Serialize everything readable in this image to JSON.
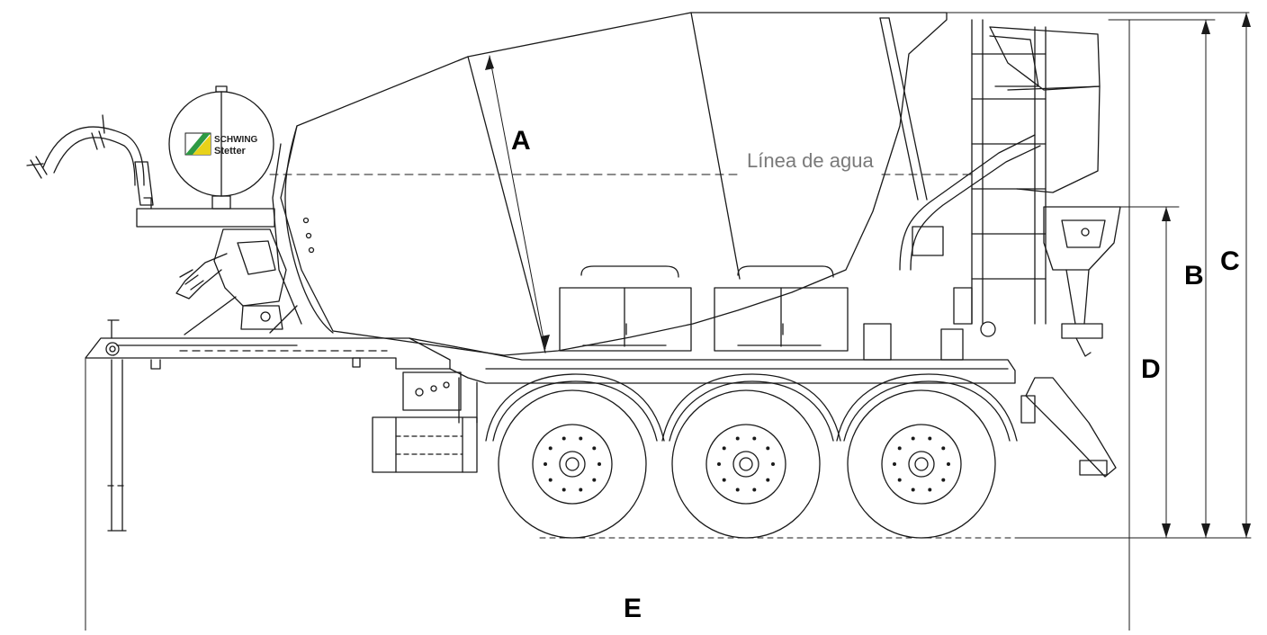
{
  "figure": {
    "dimension_labels": {
      "a": "A",
      "b": "B",
      "c": "C",
      "d": "D",
      "e": "E"
    },
    "water_line_label": "Línea de agua",
    "logo": {
      "line1": "SCHWING",
      "line2": "Stetter"
    },
    "colors": {
      "stroke": "#1a1a1a",
      "background": "#ffffff",
      "label": "#000000",
      "water_line": "#7a7a7a",
      "logo_green": "#2e9a44",
      "logo_yellow": "#e8d21a"
    }
  }
}
